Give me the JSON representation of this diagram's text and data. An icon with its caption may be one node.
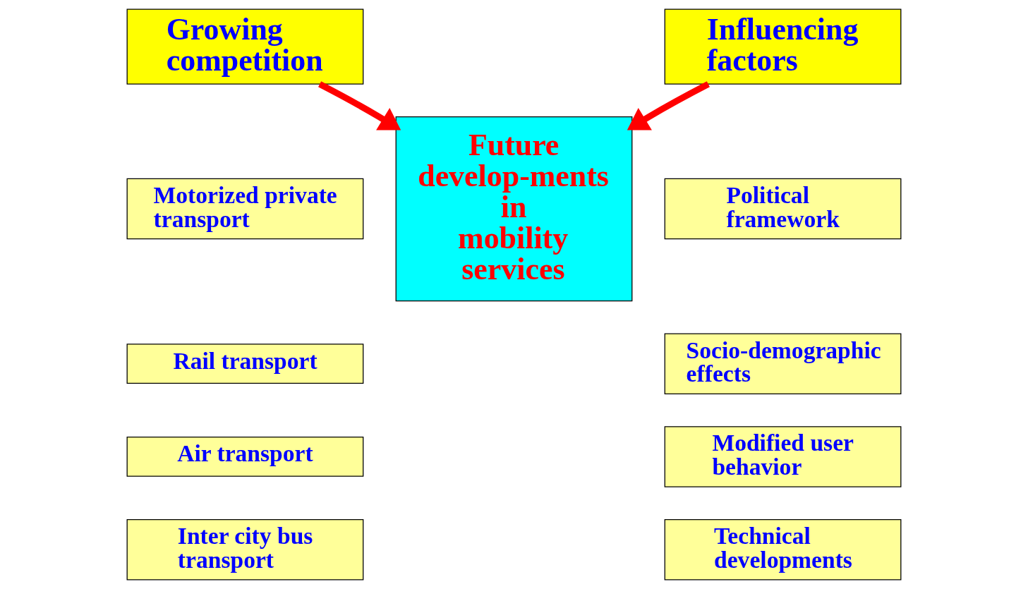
{
  "diagram": {
    "nodes": [
      {
        "text": [
          "Growing competition"
        ]
      },
      {
        "text": [
          "Influencing factors"
        ]
      },
      {
        "text": [
          "Motorized private transport"
        ]
      },
      {
        "text": [
          "Rail transport"
        ]
      },
      {
        "text": [
          "Air transport"
        ]
      },
      {
        "text": [
          "Inter city bus transport"
        ]
      },
      {
        "text": [
          "Future develop-ments in mobility services"
        ]
      },
      {
        "text": [
          "Political framework"
        ]
      },
      {
        "text": [
          "Socio-demographic effects"
        ]
      },
      {
        "text": [
          "Modified user behavior"
        ]
      },
      {
        "text": [
          "Technical developments"
        ]
      }
    ],
    "edges": [
      {
        "from": 0,
        "to": 6,
        "arrow": "to"
      },
      {
        "from": 1,
        "to": 6,
        "arrow": "to"
      }
    ]
  }
}
